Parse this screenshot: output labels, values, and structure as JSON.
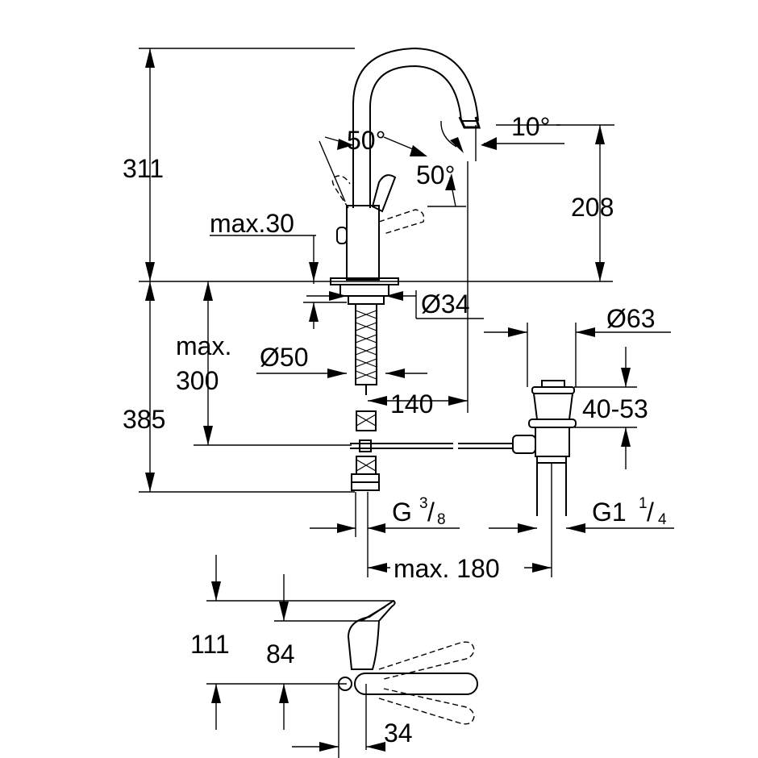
{
  "dimensions": {
    "d311": "311",
    "d208": "208",
    "angle_10": "10°",
    "angle_50_left": "50°",
    "angle_50_right": "50°",
    "max30": "max.30",
    "dia34": "Ø34",
    "dia63": "Ø63",
    "max": "max.",
    "d300": "300",
    "dia50": "Ø50",
    "d140": "140",
    "d385": "385",
    "range_40_53": "40-53",
    "thread_left_main": "G",
    "thread_left_num": "3",
    "thread_left_den": "8",
    "thread_right_main": "G1",
    "thread_right_num": "1",
    "thread_right_den": "4",
    "max180": "max. 180",
    "d111": "111",
    "d84": "84",
    "d34_bottom": "34"
  }
}
